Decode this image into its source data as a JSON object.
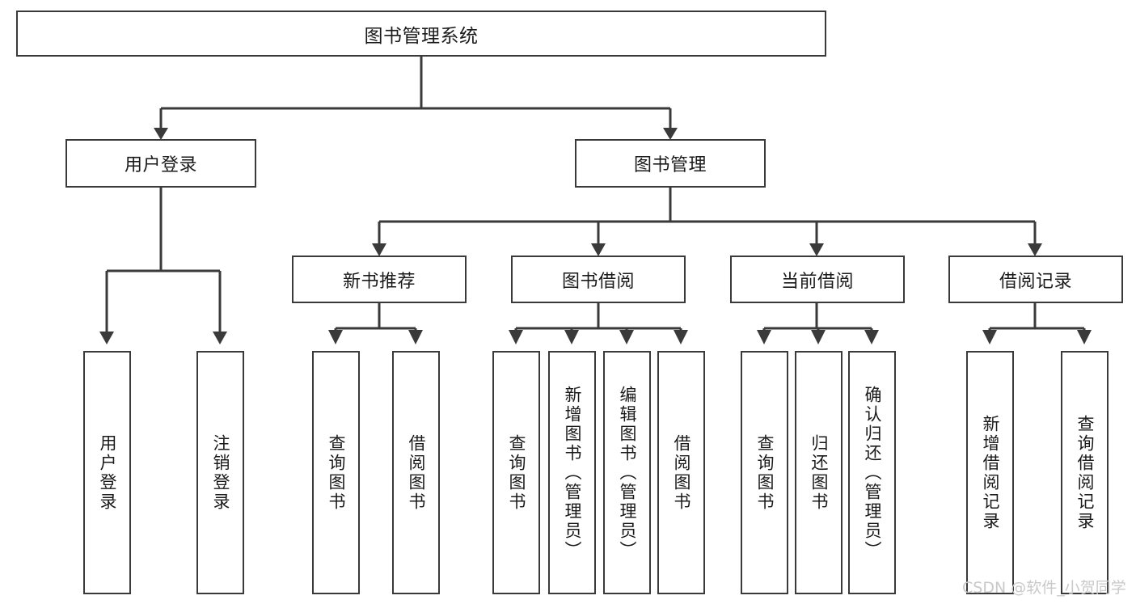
{
  "diagram": {
    "title": "图书管理系统",
    "type": "tree",
    "root": {
      "label": "图书管理系统"
    },
    "level2": [
      {
        "label": "用户登录"
      },
      {
        "label": "图书管理"
      }
    ],
    "level3": [
      {
        "label": "新书推荐",
        "parent": "图书管理"
      },
      {
        "label": "图书借阅",
        "parent": "图书管理"
      },
      {
        "label": "当前借阅",
        "parent": "图书管理"
      },
      {
        "label": "借阅记录",
        "parent": "图书管理"
      }
    ],
    "leaves": {
      "user_login": [
        {
          "label": "用户登录"
        },
        {
          "label": "注销登录"
        }
      ],
      "new_book_recommend": [
        {
          "label": "查询图书"
        },
        {
          "label": "借阅图书"
        }
      ],
      "book_borrow": [
        {
          "label": "查询图书"
        },
        {
          "label": "新增图书（管理员）"
        },
        {
          "label": "编辑图书（管理员）"
        },
        {
          "label": "借阅图书"
        }
      ],
      "current_borrow": [
        {
          "label": "查询图书"
        },
        {
          "label": "归还图书"
        },
        {
          "label": "确认归还（管理员）"
        }
      ],
      "borrow_record": [
        {
          "label": "新增借阅记录"
        },
        {
          "label": "查询借阅记录"
        }
      ]
    }
  },
  "watermark": {
    "text": "CSDN @软件_小贺同学"
  },
  "colors": {
    "stroke": "#3a3a3a",
    "fill": "#ffffff",
    "text": "#1a1a1a",
    "watermark": "#c9c9c9"
  }
}
